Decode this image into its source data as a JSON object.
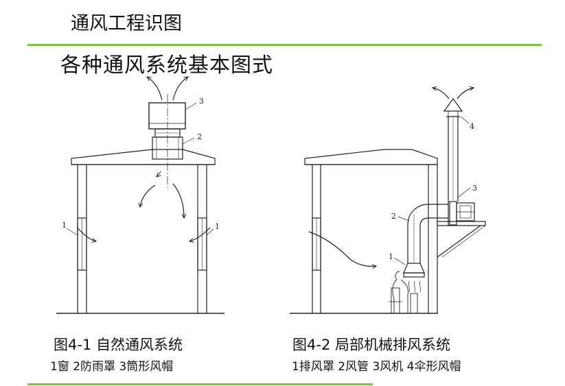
{
  "slide": {
    "title": "通风工程识图",
    "subtitle": "各种通风系统基本图式"
  },
  "figure1": {
    "caption": "图4-1 自然通风系统",
    "legend": "1窗   2防雨罩  3筒形风帽",
    "labels": {
      "window_left": "1",
      "window_right": "1",
      "rain_cover": "2",
      "cap": "3"
    }
  },
  "figure2": {
    "caption": "图4-2 局部机械排风系统",
    "legend": "1排风罩   2风管   3风机  4伞形风帽",
    "labels": {
      "hood": "1",
      "duct": "2",
      "fan": "3",
      "umbrella_cap": "4"
    }
  },
  "colors": {
    "accent": "#7dc142",
    "ink": "#222222"
  }
}
